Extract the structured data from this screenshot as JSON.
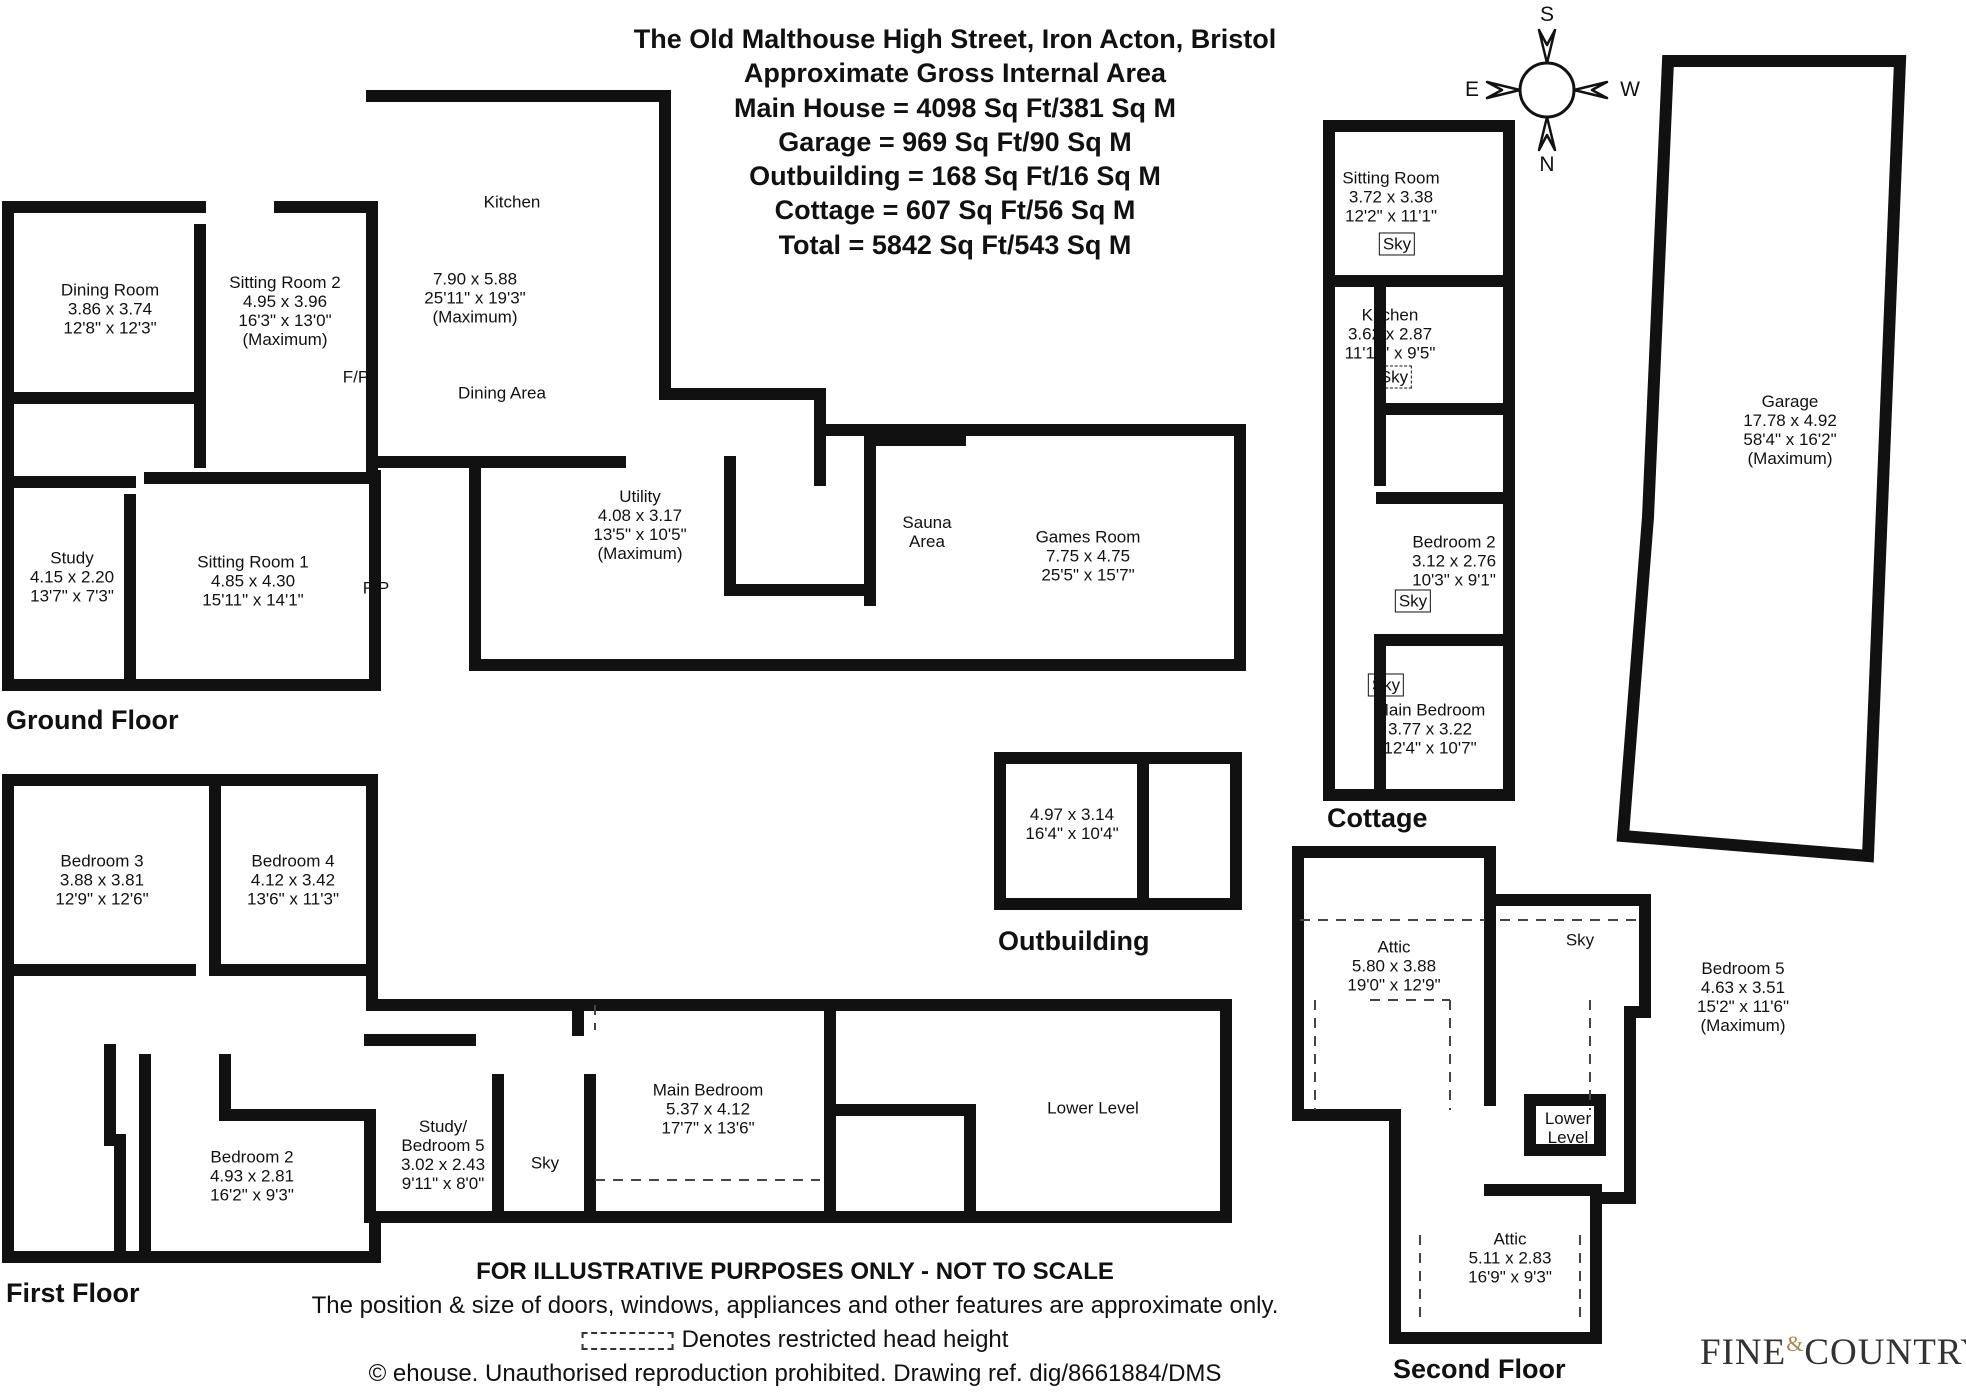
{
  "header": {
    "address": "The Old Malthouse High Street, Iron Acton, Bristol",
    "subtitle": "Approximate Gross Internal Area",
    "main_house": "Main House = 4098 Sq Ft/381 Sq M",
    "garage": "Garage = 969 Sq Ft/90 Sq M",
    "outbuilding": "Outbuilding = 168 Sq Ft/16 Sq M",
    "cottage": "Cottage = 607 Sq Ft/56 Sq M",
    "total": "Total = 5842 Sq Ft/543 Sq M"
  },
  "compass": {
    "s": "S",
    "n": "N",
    "e": "E",
    "w": "W"
  },
  "floor_labels": {
    "ground": "Ground Floor",
    "first": "First Floor",
    "second": "Second  Floor",
    "outbuilding": "Outbuilding",
    "cottage": "Cottage"
  },
  "ground_floor": {
    "dining_room": {
      "name": "Dining Room",
      "metric": "3.86 x 3.74",
      "imperial": "12'8\" x 12'3\""
    },
    "sitting_room_2": {
      "name": "Sitting Room 2",
      "metric": "4.95 x 3.96",
      "imperial": "16'3\" x 13'0\"",
      "note": "(Maximum)"
    },
    "kitchen": {
      "name": "Kitchen",
      "metric": "7.90 x 5.88",
      "imperial": "25'11\" x 19'3\"",
      "note": "(Maximum)"
    },
    "dining_area": "Dining Area",
    "fp1": "F/P",
    "fp2": "F/P",
    "study": {
      "name": "Study",
      "metric": "4.15 x 2.20",
      "imperial": "13'7\" x 7'3\""
    },
    "sitting_room_1": {
      "name": "Sitting Room 1",
      "metric": "4.85 x 4.30",
      "imperial": "15'11\" x 14'1\""
    },
    "utility": {
      "name": "Utility",
      "metric": "4.08 x 3.17",
      "imperial": "13'5\" x 10'5\"",
      "note": "(Maximum)"
    },
    "sauna": {
      "line1": "Sauna",
      "line2": "Area"
    },
    "games_room": {
      "name": "Games Room",
      "metric": "7.75 x 4.75",
      "imperial": "25'5\" x 15'7\""
    }
  },
  "first_floor": {
    "bedroom_3": {
      "name": "Bedroom 3",
      "metric": "3.88 x 3.81",
      "imperial": "12'9\" x 12'6\""
    },
    "bedroom_4": {
      "name": "Bedroom 4",
      "metric": "4.12 x 3.42",
      "imperial": "13'6\" x 11'3\""
    },
    "bedroom_2": {
      "name": "Bedroom 2",
      "metric": "4.93 x 2.81",
      "imperial": "16'2\" x 9'3\""
    },
    "study_bedroom_5": {
      "line1": "Study/",
      "line2": "Bedroom 5",
      "metric": "3.02 x 2.43",
      "imperial": "9'11\" x 8'0\""
    },
    "main_bedroom": {
      "name": "Main Bedroom",
      "metric": "5.37 x 4.12",
      "imperial": "17'7\" x 13'6\""
    },
    "lower_level": "Lower Level",
    "sky": "Sky"
  },
  "outbuilding": {
    "metric": "4.97 x 3.14",
    "imperial": "16'4\" x 10'4\""
  },
  "cottage": {
    "sitting_room": {
      "name": "Sitting Room",
      "metric": "3.72 x 3.38",
      "imperial": "12'2\" x 11'1\""
    },
    "kitchen": {
      "name": "Kitchen",
      "metric": "3.62 x 2.87",
      "imperial": "11'11\" x 9'5\""
    },
    "bedroom_2": {
      "name": "Bedroom 2",
      "metric": "3.12 x 2.76",
      "imperial": "10'3\" x 9'1\""
    },
    "main_bedroom": {
      "name": "Main Bedroom",
      "metric": "3.77 x 3.22",
      "imperial": "12'4\" x 10'7\""
    },
    "sky": "Sky"
  },
  "garage": {
    "name": "Garage",
    "metric": "17.78 x 4.92",
    "imperial": "58'4\" x 16'2\"",
    "note": "(Maximum)"
  },
  "second_floor": {
    "attic_1": {
      "name": "Attic",
      "metric": "5.80 x 3.88",
      "imperial": "19'0\" x 12'9\""
    },
    "bedroom_5": {
      "name": "Bedroom 5",
      "metric": "4.63 x 3.51",
      "imperial": "15'2\" x 11'6\"",
      "note": "(Maximum)"
    },
    "attic_2": {
      "name": "Attic",
      "metric": "5.11 x 2.83",
      "imperial": "16'9\" x 9'3\""
    },
    "lower_level": {
      "line1": "Lower",
      "line2": "Level"
    },
    "sky": "Sky"
  },
  "disclaimer": {
    "line1": "FOR ILLUSTRATIVE PURPOSES ONLY - NOT TO SCALE",
    "line2": "The position & size of doors, windows, appliances and other features are approximate only.",
    "line3": "Denotes restricted head height",
    "line4": "© ehouse. Unauthorised reproduction prohibited. Drawing ref. dig/8661884/DMS"
  },
  "brand": {
    "part1": "FINE",
    "amp": "&",
    "part2": "COUNTRY"
  }
}
